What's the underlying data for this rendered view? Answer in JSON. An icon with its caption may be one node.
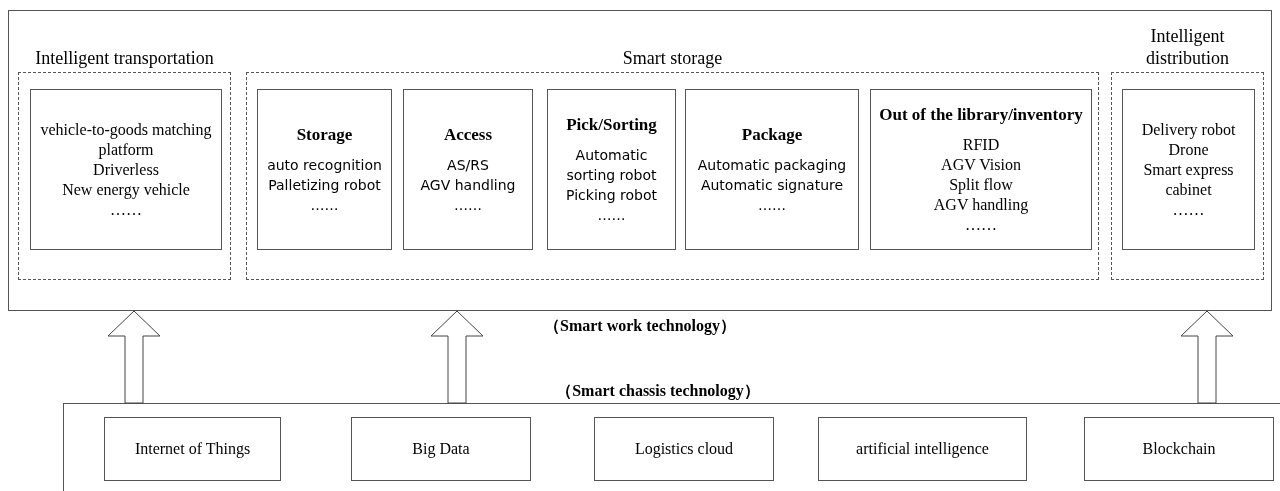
{
  "diagram": {
    "nodes": [
      {
        "text": [
          "（Smart work technology）"
        ]
      },
      {
        "text": [
          "Intelligent transportation"
        ],
        "in": 0
      },
      {
        "text": [
          "vehicle-to-goods matching platform",
          "Driverless",
          "New energy vehicle",
          "……"
        ],
        "in": 1
      },
      {
        "text": [
          "Smart storage"
        ],
        "in": 0
      },
      {
        "text": [
          "Storage",
          "auto recognition",
          "Palletizing robot",
          "……"
        ],
        "in": 3
      },
      {
        "text": [
          "Access",
          "AS/RS",
          "AGV handling",
          "……"
        ],
        "in": 3
      },
      {
        "text": [
          "Pick/Sorting",
          "Automatic sorting robot",
          "Picking robot",
          "……"
        ],
        "in": 3
      },
      {
        "text": [
          "Package",
          "Automatic packaging",
          "Automatic signature",
          "……"
        ],
        "in": 3
      },
      {
        "text": [
          "Out of the library/inventory",
          "RFID",
          "AGV Vision",
          "Split flow",
          "AGV handling",
          "……"
        ],
        "in": 3
      },
      {
        "text": [
          "Intelligent distribution"
        ],
        "in": 0
      },
      {
        "text": [
          "Delivery robot",
          "Drone",
          "Smart express cabinet",
          "……"
        ],
        "in": 9
      },
      {
        "text": [
          "（Smart chassis technology）"
        ]
      },
      {
        "text": [
          "Internet of Things"
        ],
        "in": 11
      },
      {
        "text": [
          "Big Data"
        ],
        "in": 11
      },
      {
        "text": [
          "Logistics cloud"
        ],
        "in": 11
      },
      {
        "text": [
          "artificial intelligence"
        ],
        "in": 11
      },
      {
        "text": [
          "Blockchain"
        ],
        "in": 11
      }
    ],
    "edges": [
      {
        "from": 11,
        "to": 0,
        "arrow": "to"
      },
      {
        "from": 11,
        "to": 0,
        "arrow": "to"
      },
      {
        "from": 11,
        "to": 0,
        "arrow": "to"
      }
    ]
  }
}
